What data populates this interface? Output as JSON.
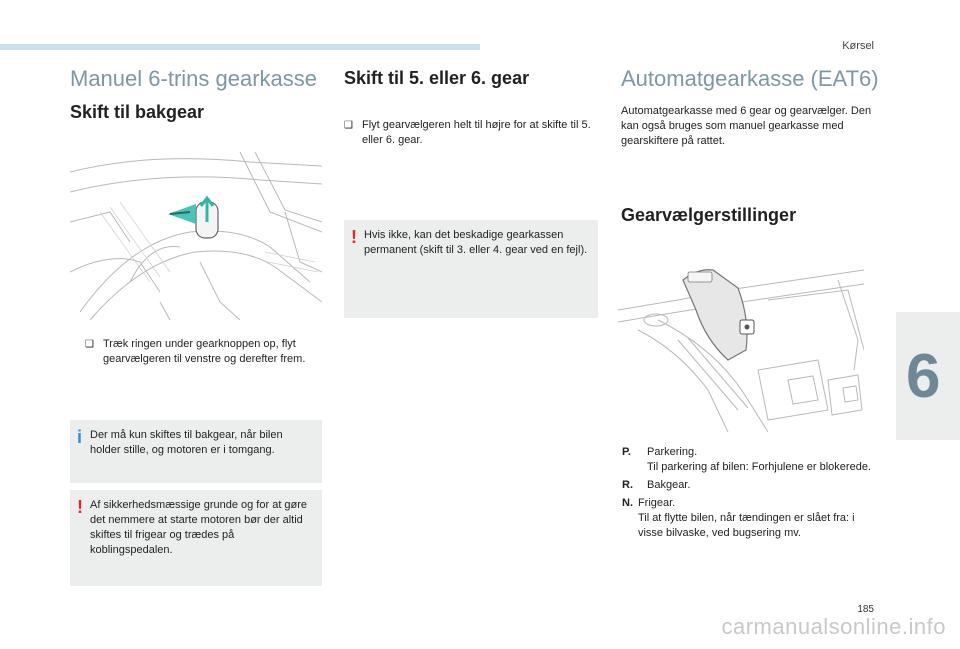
{
  "header": {
    "section": "Kørsel"
  },
  "chapter": {
    "number": "6"
  },
  "left": {
    "title": "Manuel 6-trins gearkasse",
    "subtitle": "Skift til bakgear",
    "bullet": "Træk ringen under gearknoppen op, flyt gearvælgeren til venstre og derefter frem.",
    "info_note": "Der må kun skiftes til bakgear, når bilen holder stille, og motoren er i tomgang.",
    "warning_note": "Af sikkerhedsmæssige grunde og for at gøre det nemmere at starte motoren bør der altid skiftes til frigear og trædes på koblingspedalen."
  },
  "middle": {
    "title": "Skift til 5. eller 6. gear",
    "bullet": "Flyt gearvælgeren helt til højre for at skifte til 5. eller 6. gear.",
    "warning_note": "Hvis ikke, kan det beskadige gearkassen permanent (skift til 3. eller 4. gear ved en fejl)."
  },
  "right": {
    "title": "Automatgearkasse (EAT6)",
    "intro": "Automatgearkasse med 6 gear og gearvælger. Den kan også bruges som manuel gearkasse med gearskiftere på rattet.",
    "subtitle": "Gearvælgerstillinger",
    "positions": [
      {
        "key": "P.",
        "lines": [
          "Parkering.",
          "Til parkering af bilen: Forhjulene er blokerede."
        ]
      },
      {
        "key": "R.",
        "lines": [
          "Bakgear."
        ]
      },
      {
        "key": "N.",
        "lines": [
          "Frigear.",
          "Til at flytte bilen, når tændingen er slået fra: i visse bilvaske, ved bugsering mv."
        ]
      }
    ]
  },
  "footer": {
    "page": "185",
    "watermark": "carmanualsonline.info"
  },
  "icons": {
    "bullet": "checkbox-bullet-icon",
    "info": "info-icon",
    "warning": "warning-icon"
  },
  "colors": {
    "accent_bar": "#c7dfef",
    "heading_light": "#7d97a4",
    "info_icon": "#2d8fd5",
    "warning_icon": "#e2262c",
    "note_bg": "#eceeee"
  }
}
